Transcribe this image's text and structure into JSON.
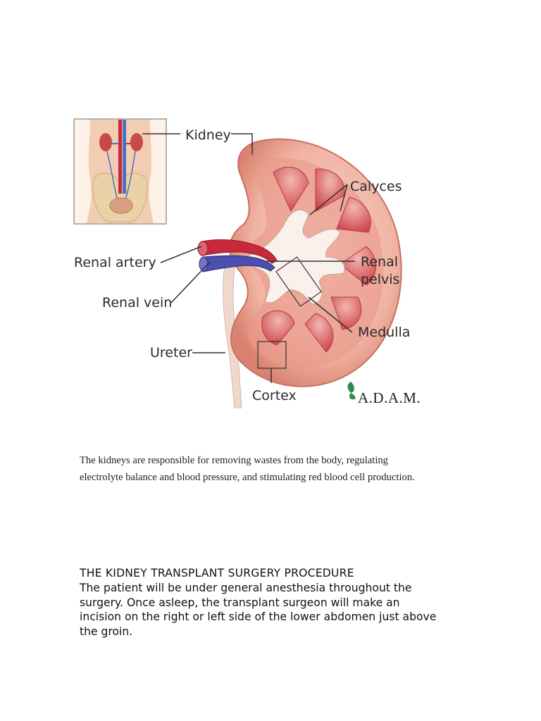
{
  "figure": {
    "labels": {
      "kidney": "Kidney",
      "calyces": "Calyces",
      "renal_artery": "Renal artery",
      "renal_pelvis_line1": "Renal",
      "renal_pelvis_line2": "pelvis",
      "renal_vein": "Renal vein",
      "medulla": "Medulla",
      "ureter": "Ureter",
      "cortex": "Cortex"
    },
    "logo_text": "A.D.A.M."
  },
  "caption": {
    "line1": "The kidneys are responsible for removing wastes from the body, regulating",
    "line2": "electrolyte balance and blood pressure, and stimulating red blood cell production."
  },
  "section": {
    "heading": "THE KIDNEY TRANSPLANT SURGERY PROCEDURE",
    "body_lines": [
      "The patient will be under general anesthesia throughout the",
      "surgery. Once asleep, the transplant surgeon will make an",
      "incision on the right or left side of the lower abdomen just above",
      "the groin."
    ]
  },
  "colors": {
    "kidney_outer": "#f0b3a3",
    "kidney_cortex": "#e8897a",
    "medulla": "#d9545a",
    "artery": "#c8283a",
    "vein": "#4a4fb0",
    "ureter": "#efd9cc"
  }
}
